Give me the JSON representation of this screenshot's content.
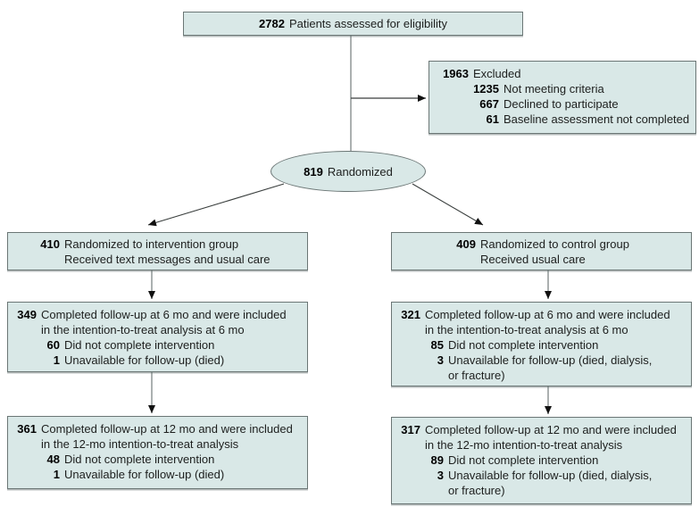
{
  "palette": {
    "box_fill": "#d9e8e7",
    "box_border": "#6b7675",
    "line_gray": "#8f9695",
    "line_dark": "#3a3f3e",
    "arrowhead": "#111111",
    "text": "#1d1f1e",
    "background": "#ffffff"
  },
  "top_box": {
    "num": "2782",
    "text": "Patients assessed for eligibility"
  },
  "excluded_box": {
    "lines": [
      {
        "num": "1963",
        "text": "Excluded"
      },
      {
        "num": "1235",
        "text": "Not meeting criteria"
      },
      {
        "num": "667",
        "text": "Declined to participate"
      },
      {
        "num": "61",
        "text": "Baseline assessment not completed"
      }
    ]
  },
  "randomized": {
    "num": "819",
    "text": "Randomized"
  },
  "intervention": {
    "assign": {
      "num": "410",
      "text": "Randomized to intervention group\nReceived text messages and usual care"
    },
    "mo6": {
      "lines": [
        {
          "num": "349",
          "text": "Completed follow-up at 6 mo and were included\nin the intention-to-treat analysis at 6 mo"
        },
        {
          "num": "60",
          "text": "Did not complete intervention"
        },
        {
          "num": "1",
          "text": "Unavailable for follow-up (died)"
        }
      ]
    },
    "mo12": {
      "lines": [
        {
          "num": "361",
          "text": "Completed follow-up at 12 mo and were included\nin the 12-mo intention-to-treat analysis"
        },
        {
          "num": "48",
          "text": "Did not complete intervention"
        },
        {
          "num": "1",
          "text": "Unavailable for follow-up (died)"
        }
      ]
    }
  },
  "control": {
    "assign": {
      "num": "409",
      "text": "Randomized to control group\nReceived usual care"
    },
    "mo6": {
      "lines": [
        {
          "num": "321",
          "text": "Completed follow-up at 6 mo and were included\nin the intention-to-treat analysis at 6 mo"
        },
        {
          "num": "85",
          "text": "Did not complete intervention"
        },
        {
          "num": "3",
          "text": "Unavailable for follow-up (died, dialysis,\nor fracture)"
        }
      ]
    },
    "mo12": {
      "lines": [
        {
          "num": "317",
          "text": "Completed follow-up at 12 mo and were included\nin the 12-mo intention-to-treat analysis"
        },
        {
          "num": "89",
          "text": "Did not complete intervention"
        },
        {
          "num": "3",
          "text": "Unavailable for follow-up (died, dialysis,\nor fracture)"
        }
      ]
    }
  }
}
